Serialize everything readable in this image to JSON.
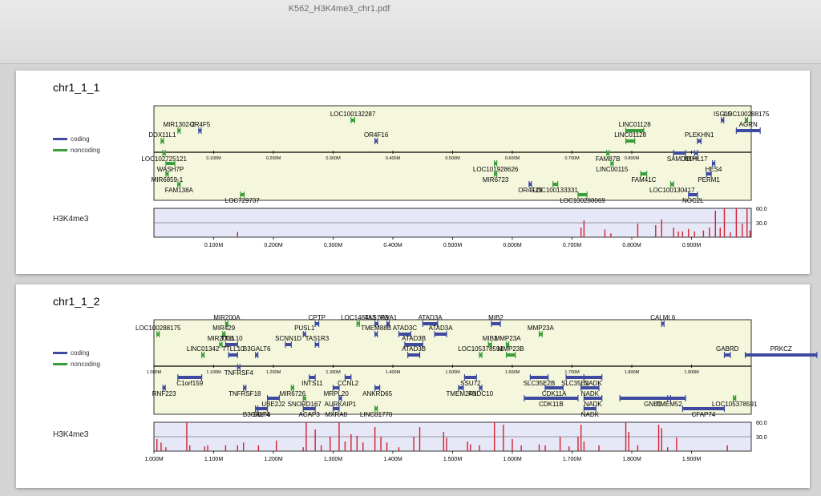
{
  "document": {
    "title": "K562_H3K4me3_chr1.pdf"
  },
  "legend": {
    "coding": "coding",
    "noncoding": "noncoding"
  },
  "colors": {
    "coding": "#3d4aa0",
    "noncoding": "#3a9e3a",
    "signal": "#d42030",
    "gene_panel_bg": "#f5f7dc",
    "signal_bg": "#e6e8f7"
  },
  "panels": [
    {
      "title": "chr1_1_1",
      "track_label": "H3K4me3",
      "axis": {
        "start": 0.0,
        "end": 1.0,
        "ticks": [
          0.1,
          0.2,
          0.3,
          0.4,
          0.5,
          0.6,
          0.7,
          0.8,
          0.9
        ],
        "tick_labels": [
          "0.100M",
          "0.200M",
          "0.300M",
          "0.400M",
          "0.500M",
          "0.600M",
          "0.700M",
          "0.800M",
          "0.900M"
        ]
      },
      "signal_scale": {
        "max": 60.0,
        "mid": 30.0,
        "max_label": "60.0",
        "mid_label": "30.0"
      },
      "genes": [
        {
          "name": "LOC100132287",
          "pos": 0.33,
          "len": 0.006,
          "type": "noncoding",
          "row": -3
        },
        {
          "name": "MIR1302-2",
          "pos": 0.04,
          "len": 0.002,
          "type": "noncoding",
          "row": -2
        },
        {
          "name": "OR4F5",
          "pos": 0.075,
          "len": 0.003,
          "type": "coding",
          "row": -2
        },
        {
          "name": "DDX11L1",
          "pos": 0.012,
          "len": 0.003,
          "type": "noncoding",
          "row": -1
        },
        {
          "name": "OR4F16",
          "pos": 0.37,
          "len": 0.003,
          "type": "coding",
          "row": -1
        },
        {
          "name": "LOC102725121",
          "pos": 0.015,
          "len": 0.003,
          "type": "noncoding",
          "row": 0
        },
        {
          "name": "ISG15",
          "pos": 0.95,
          "len": 0.003,
          "type": "coding",
          "row": -3
        },
        {
          "name": "LOC100288175",
          "pos": 0.99,
          "len": 0.004,
          "type": "noncoding",
          "row": -3
        },
        {
          "name": "LINC01128",
          "pos": 0.79,
          "len": 0.03,
          "type": "noncoding",
          "row": -2
        },
        {
          "name": "AGRN",
          "pos": 0.975,
          "len": 0.04,
          "type": "coding",
          "row": -2
        },
        {
          "name": "LINC01128",
          "pos": 0.79,
          "len": 0.015,
          "type": "noncoding",
          "row": -1
        },
        {
          "name": "PLEKHN1",
          "pos": 0.91,
          "len": 0.006,
          "type": "coding",
          "row": -1
        },
        {
          "name": "FAM87B",
          "pos": 0.758,
          "len": 0.003,
          "type": "noncoding",
          "row": 0
        },
        {
          "name": "SAMD11",
          "pos": 0.87,
          "len": 0.02,
          "type": "coding",
          "row": 0
        },
        {
          "name": "KLHL17",
          "pos": 0.905,
          "len": 0.005,
          "type": "coding",
          "row": 0
        },
        {
          "name": "WASH7P",
          "pos": 0.02,
          "len": 0.015,
          "type": "noncoding",
          "row": 1
        },
        {
          "name": "LOC101928626",
          "pos": 0.57,
          "len": 0.003,
          "type": "noncoding",
          "row": 1
        },
        {
          "name": "LINC00115",
          "pos": 0.765,
          "len": 0.003,
          "type": "noncoding",
          "row": 1
        },
        {
          "name": "HES4",
          "pos": 0.935,
          "len": 0.003,
          "type": "coding",
          "row": 1
        },
        {
          "name": "MIR6859-1",
          "pos": 0.02,
          "len": 0.002,
          "type": "noncoding",
          "row": 2
        },
        {
          "name": "MIR6723",
          "pos": 0.57,
          "len": 0.002,
          "type": "noncoding",
          "row": 2
        },
        {
          "name": "FAM41C",
          "pos": 0.815,
          "len": 0.01,
          "type": "noncoding",
          "row": 2
        },
        {
          "name": "PERM1",
          "pos": 0.925,
          "len": 0.008,
          "type": "coding",
          "row": 2
        },
        {
          "name": "FAM138A",
          "pos": 0.04,
          "len": 0.004,
          "type": "noncoding",
          "row": 3
        },
        {
          "name": "OR4F29",
          "pos": 0.628,
          "len": 0.003,
          "type": "coding",
          "row": 3
        },
        {
          "name": "LOC100133331",
          "pos": 0.668,
          "len": 0.008,
          "type": "noncoding",
          "row": 3
        },
        {
          "name": "LOC100130417",
          "pos": 0.865,
          "len": 0.005,
          "type": "noncoding",
          "row": 3
        },
        {
          "name": "LOC729737",
          "pos": 0.145,
          "len": 0.006,
          "type": "noncoding",
          "row": 4
        },
        {
          "name": "LOC100288069",
          "pos": 0.71,
          "len": 0.015,
          "type": "noncoding",
          "row": 4
        },
        {
          "name": "NOC2L",
          "pos": 0.895,
          "len": 0.015,
          "type": "coding",
          "row": 4
        }
      ],
      "signal": [
        [
          0.14,
          11
        ],
        [
          0.715,
          20
        ],
        [
          0.72,
          35
        ],
        [
          0.755,
          16
        ],
        [
          0.765,
          8
        ],
        [
          0.81,
          28
        ],
        [
          0.84,
          25
        ],
        [
          0.85,
          37
        ],
        [
          0.87,
          20
        ],
        [
          0.878,
          12
        ],
        [
          0.885,
          12
        ],
        [
          0.895,
          17
        ],
        [
          0.905,
          12
        ],
        [
          0.92,
          14
        ],
        [
          0.93,
          20
        ],
        [
          0.94,
          55
        ],
        [
          0.948,
          20
        ],
        [
          0.955,
          60
        ],
        [
          0.965,
          10
        ],
        [
          0.975,
          60
        ],
        [
          0.985,
          28
        ],
        [
          0.993,
          60
        ],
        [
          0.998,
          14
        ]
      ]
    },
    {
      "title": "chr1_1_2",
      "track_label": "H3K4me3",
      "axis": {
        "start": 1.0,
        "end": 2.0,
        "ticks": [
          1.0,
          1.1,
          1.2,
          1.3,
          1.4,
          1.5,
          1.6,
          1.7,
          1.8,
          1.9
        ],
        "tick_labels": [
          "1.000M",
          "1.100M",
          "1.200M",
          "1.300M",
          "1.400M",
          "1.500M",
          "1.600M",
          "1.700M",
          "1.800M",
          "1.900M"
        ]
      },
      "signal_scale": {
        "max": 60.0,
        "mid": 30.0,
        "max_label": "60.0",
        "mid_label": "30.0"
      },
      "genes": [
        {
          "name": "MIR200A",
          "pos": 1.12,
          "len": 0.002,
          "type": "noncoding",
          "row": -4
        },
        {
          "name": "CPTP",
          "pos": 1.27,
          "len": 0.006,
          "type": "coding",
          "row": -4
        },
        {
          "name": "LOC148413",
          "pos": 1.34,
          "len": 0.004,
          "type": "noncoding",
          "row": -4
        },
        {
          "name": "TAS1R3",
          "pos": 1.37,
          "len": 0.005,
          "type": "coding",
          "row": -4
        },
        {
          "name": "VWA1",
          "pos": 1.39,
          "len": 0.004,
          "type": "coding",
          "row": -4
        },
        {
          "name": "ATAD3A",
          "pos": 1.45,
          "len": 0.025,
          "type": "coding",
          "row": -4
        },
        {
          "name": "MIB2",
          "pos": 1.565,
          "len": 0.015,
          "type": "coding",
          "row": -4
        },
        {
          "name": "CALML6",
          "pos": 1.85,
          "len": 0.004,
          "type": "coding",
          "row": -4
        },
        {
          "name": "LOC100288175",
          "pos": 1.005,
          "len": 0.003,
          "type": "noncoding",
          "row": -3
        },
        {
          "name": "MIR429",
          "pos": 1.115,
          "len": 0.002,
          "type": "noncoding",
          "row": -3
        },
        {
          "name": "PUSL1",
          "pos": 1.25,
          "len": 0.004,
          "type": "coding",
          "row": -3
        },
        {
          "name": "TMEM88B",
          "pos": 1.37,
          "len": 0.004,
          "type": "coding",
          "row": -3
        },
        {
          "name": "ATAD3C",
          "pos": 1.41,
          "len": 0.02,
          "type": "coding",
          "row": -3
        },
        {
          "name": "ATAD3A",
          "pos": 1.47,
          "len": 0.02,
          "type": "coding",
          "row": -3
        },
        {
          "name": "MMP23A",
          "pos": 1.645,
          "len": 0.005,
          "type": "noncoding",
          "row": -3
        },
        {
          "name": "MIR200B",
          "pos": 1.11,
          "len": 0.002,
          "type": "noncoding",
          "row": -2
        },
        {
          "name": "TTLL10",
          "pos": 1.12,
          "len": 0.02,
          "type": "coding",
          "row": -2
        },
        {
          "name": "SCNN1D",
          "pos": 1.22,
          "len": 0.01,
          "type": "coding",
          "row": -2
        },
        {
          "name": "TAS1R3",
          "pos": 1.27,
          "len": 0.006,
          "type": "coding",
          "row": -2
        },
        {
          "name": "ATAD3B",
          "pos": 1.42,
          "len": 0.03,
          "type": "coding",
          "row": -2
        },
        {
          "name": "MIB2",
          "pos": 1.56,
          "len": 0.005,
          "type": "noncoding",
          "row": -2
        },
        {
          "name": "MMP23A",
          "pos": 1.59,
          "len": 0.004,
          "type": "noncoding",
          "row": -2
        },
        {
          "name": "LINC01342",
          "pos": 1.08,
          "len": 0.004,
          "type": "noncoding",
          "row": -1
        },
        {
          "name": "TTLL10",
          "pos": 1.125,
          "len": 0.015,
          "type": "coding",
          "row": -1
        },
        {
          "name": "B3GALT6",
          "pos": 1.17,
          "len": 0.004,
          "type": "coding",
          "row": -1
        },
        {
          "name": "ATAD3B",
          "pos": 1.425,
          "len": 0.02,
          "type": "coding",
          "row": -1
        },
        {
          "name": "LOC105378591",
          "pos": 1.545,
          "len": 0.003,
          "type": "noncoding",
          "row": -1
        },
        {
          "name": "MMP23B",
          "pos": 1.59,
          "len": 0.015,
          "type": "noncoding",
          "row": -1
        },
        {
          "name": "GABRD",
          "pos": 1.955,
          "len": 0.01,
          "type": "coding",
          "row": -1
        },
        {
          "name": "PRKCZ",
          "pos": 1.99,
          "len": 0.12,
          "type": "coding",
          "row": -1
        },
        {
          "name": "C1orf159",
          "pos": 1.04,
          "len": 0.04,
          "type": "coding",
          "row": 1
        },
        {
          "name": "INTS11",
          "pos": 1.26,
          "len": 0.01,
          "type": "coding",
          "row": 1
        },
        {
          "name": "CCNL2",
          "pos": 1.32,
          "len": 0.01,
          "type": "coding",
          "row": 1
        },
        {
          "name": "SSU72",
          "pos": 1.52,
          "len": 0.02,
          "type": "coding",
          "row": 1
        },
        {
          "name": "SLC35E2B",
          "pos": 1.63,
          "len": 0.03,
          "type": "coding",
          "row": 1
        },
        {
          "name": "SLC35E2",
          "pos": 1.69,
          "len": 0.03,
          "type": "coding",
          "row": 1
        },
        {
          "name": "NADK",
          "pos": 1.72,
          "len": 0.03,
          "type": "coding",
          "row": 1
        },
        {
          "name": "RNF223",
          "pos": 1.015,
          "len": 0.003,
          "type": "coding",
          "row": 2
        },
        {
          "name": "TNFRSF18",
          "pos": 1.15,
          "len": 0.003,
          "type": "coding",
          "row": 2
        },
        {
          "name": "MIR6726",
          "pos": 1.23,
          "len": 0.002,
          "type": "noncoding",
          "row": 2
        },
        {
          "name": "MRPL20",
          "pos": 1.3,
          "len": 0.01,
          "type": "coding",
          "row": 2
        },
        {
          "name": "ANKRD65",
          "pos": 1.37,
          "len": 0.008,
          "type": "coding",
          "row": 2
        },
        {
          "name": "TMEM240",
          "pos": 1.51,
          "len": 0.008,
          "type": "coding",
          "row": 2
        },
        {
          "name": "FNDC10",
          "pos": 1.545,
          "len": 0.003,
          "type": "coding",
          "row": 2
        },
        {
          "name": "CDK11A",
          "pos": 1.655,
          "len": 0.03,
          "type": "coding",
          "row": 2
        },
        {
          "name": "NADK",
          "pos": 1.715,
          "len": 0.03,
          "type": "coding",
          "row": 2
        },
        {
          "name": "UBE2J2",
          "pos": 1.19,
          "len": 0.02,
          "type": "coding",
          "row": 3
        },
        {
          "name": "SNORD167",
          "pos": 1.25,
          "len": 0.002,
          "type": "noncoding",
          "row": 3
        },
        {
          "name": "AURKAIP1",
          "pos": 1.31,
          "len": 0.004,
          "type": "coding",
          "row": 3
        },
        {
          "name": "CDK11B",
          "pos": 1.62,
          "len": 0.09,
          "type": "coding",
          "row": 3
        },
        {
          "name": "NADK",
          "pos": 1.72,
          "len": 0.03,
          "type": "coding",
          "row": 3
        },
        {
          "name": "GNB1",
          "pos": 1.78,
          "len": 0.11,
          "type": "coding",
          "row": 3
        },
        {
          "name": "TMEM52",
          "pos": 1.86,
          "len": 0.005,
          "type": "coding",
          "row": 3
        },
        {
          "name": "LOC105378591",
          "pos": 1.97,
          "len": 0.003,
          "type": "noncoding",
          "row": 3
        },
        {
          "name": "SDF4",
          "pos": 1.17,
          "len": 0.02,
          "type": "coding",
          "row": 4
        },
        {
          "name": "TNFRSF4",
          "pos": 1.14,
          "len": 0.003,
          "type": "coding",
          "row": 0
        },
        {
          "name": "B3GALT6",
          "pos": 1.17,
          "len": 0.004,
          "type": "coding",
          "row": 4
        },
        {
          "name": "ACAP3",
          "pos": 1.25,
          "len": 0.02,
          "type": "coding",
          "row": 4
        },
        {
          "name": "MXRA8",
          "pos": 1.3,
          "len": 0.01,
          "type": "coding",
          "row": 4
        },
        {
          "name": "LINC01770",
          "pos": 1.37,
          "len": 0.003,
          "type": "noncoding",
          "row": 4
        },
        {
          "name": "NADK",
          "pos": 1.72,
          "len": 0.02,
          "type": "coding",
          "row": 4
        },
        {
          "name": "CFAP74",
          "pos": 1.885,
          "len": 0.07,
          "type": "coding",
          "row": 4
        }
      ],
      "signal": [
        [
          1.005,
          25
        ],
        [
          1.012,
          18
        ],
        [
          1.02,
          8
        ],
        [
          1.055,
          60
        ],
        [
          1.06,
          12
        ],
        [
          1.085,
          10
        ],
        [
          1.09,
          12
        ],
        [
          1.12,
          12
        ],
        [
          1.14,
          12
        ],
        [
          1.15,
          18
        ],
        [
          1.175,
          12
        ],
        [
          1.205,
          22
        ],
        [
          1.25,
          8
        ],
        [
          1.255,
          60
        ],
        [
          1.27,
          45
        ],
        [
          1.28,
          12
        ],
        [
          1.295,
          30
        ],
        [
          1.31,
          60
        ],
        [
          1.32,
          20
        ],
        [
          1.33,
          35
        ],
        [
          1.34,
          32
        ],
        [
          1.35,
          18
        ],
        [
          1.37,
          50
        ],
        [
          1.38,
          30
        ],
        [
          1.39,
          18
        ],
        [
          1.41,
          8
        ],
        [
          1.435,
          30
        ],
        [
          1.445,
          50
        ],
        [
          1.485,
          40
        ],
        [
          1.49,
          28
        ],
        [
          1.525,
          20
        ],
        [
          1.53,
          14
        ],
        [
          1.545,
          12
        ],
        [
          1.57,
          60
        ],
        [
          1.585,
          55
        ],
        [
          1.6,
          25
        ],
        [
          1.615,
          12
        ],
        [
          1.645,
          14
        ],
        [
          1.655,
          12
        ],
        [
          1.68,
          30
        ],
        [
          1.695,
          10
        ],
        [
          1.71,
          30
        ],
        [
          1.715,
          55
        ],
        [
          1.72,
          20
        ],
        [
          1.745,
          12
        ],
        [
          1.79,
          60
        ],
        [
          1.795,
          40
        ],
        [
          1.81,
          12
        ],
        [
          1.845,
          55
        ],
        [
          1.85,
          48
        ],
        [
          1.86,
          8
        ],
        [
          1.875,
          28
        ],
        [
          1.96,
          12
        ]
      ]
    }
  ]
}
